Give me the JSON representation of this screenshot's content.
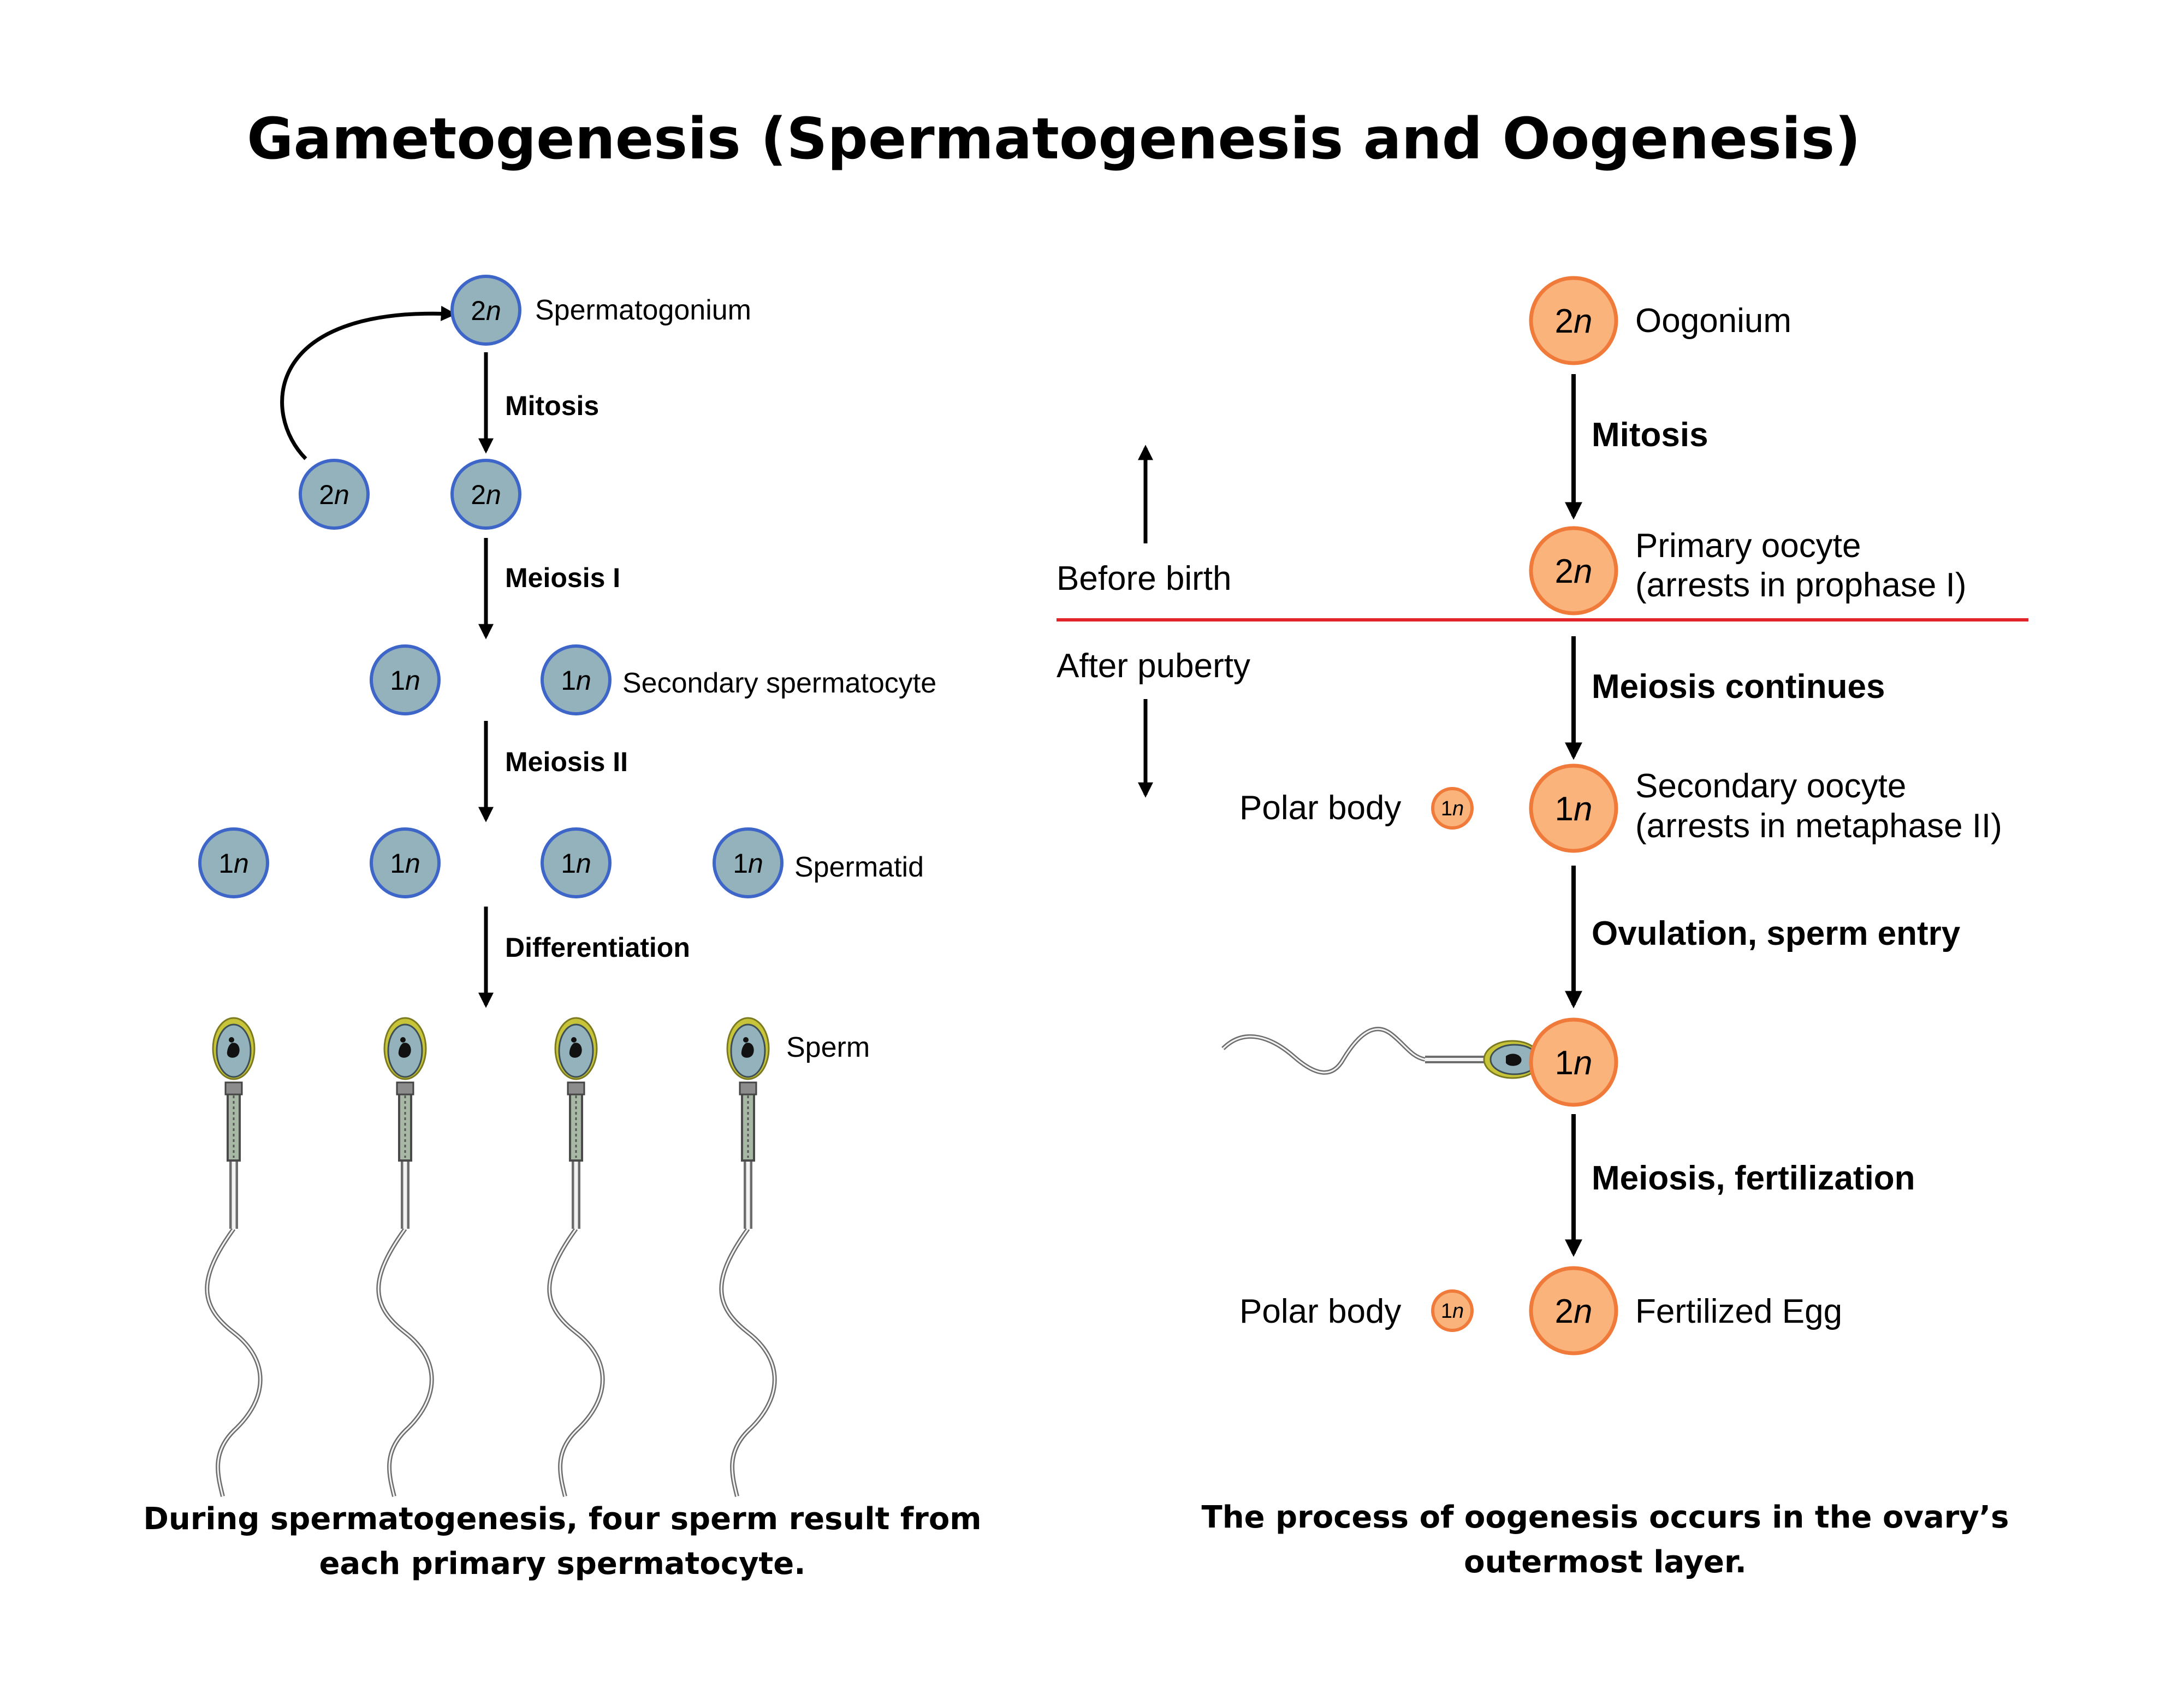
{
  "title": "Gametogenesis (Spermatogenesis and Oogenesis)",
  "colors": {
    "sperm_cell_fill": "#93b2bb",
    "sperm_cell_stroke": "#3d66c8",
    "oocyte_fill": "#fbb37c",
    "oocyte_stroke": "#f07a3a",
    "timeline_line": "#e0242a",
    "sperm_head_rim": "#c7c43a"
  },
  "spermatogenesis": {
    "cells": {
      "spermatogonium": "2n",
      "mitosis_a": "2n",
      "mitosis_b": "2n",
      "secondary_a": "1n",
      "secondary_b": "1n",
      "spermatid_a": "1n",
      "spermatid_b": "1n",
      "spermatid_c": "1n",
      "spermatid_d": "1n"
    },
    "labels": {
      "spermatogonium": "Spermatogonium",
      "secondary": "Secondary spermatocyte",
      "spermatid": "Spermatid",
      "sperm": "Sperm"
    },
    "steps": {
      "mitosis": "Mitosis",
      "meiosis1": "Meiosis I",
      "meiosis2": "Meiosis II",
      "differentiation": "Differentiation"
    },
    "caption_line1": "During spermatogenesis, four sperm result from",
    "caption_line2": "each primary spermatocyte."
  },
  "oogenesis": {
    "cells": {
      "oogonium": "2n",
      "primary": "2n",
      "polar1": "1n",
      "secondary": "1n",
      "penetrated": "1n",
      "polar2": "1n",
      "egg": "2n"
    },
    "labels": {
      "oogonium": "Oogonium",
      "primary_line1": "Primary oocyte",
      "primary_line2": "(arrests in prophase I)",
      "secondary_line1": "Secondary oocyte",
      "secondary_line2": "(arrests in metaphase II)",
      "polar1": "Polar body",
      "polar2": "Polar body",
      "egg": "Fertilized Egg"
    },
    "steps": {
      "mitosis": "Mitosis",
      "meiosis_continues": "Meiosis continues",
      "ovulation": "Ovulation, sperm entry",
      "fertilization": "Meiosis, fertilization"
    },
    "timeline": {
      "before": "Before birth",
      "after": "After puberty"
    },
    "caption_line1": "The process of oogenesis occurs in the ovary’s",
    "caption_line2": "outermost layer."
  }
}
